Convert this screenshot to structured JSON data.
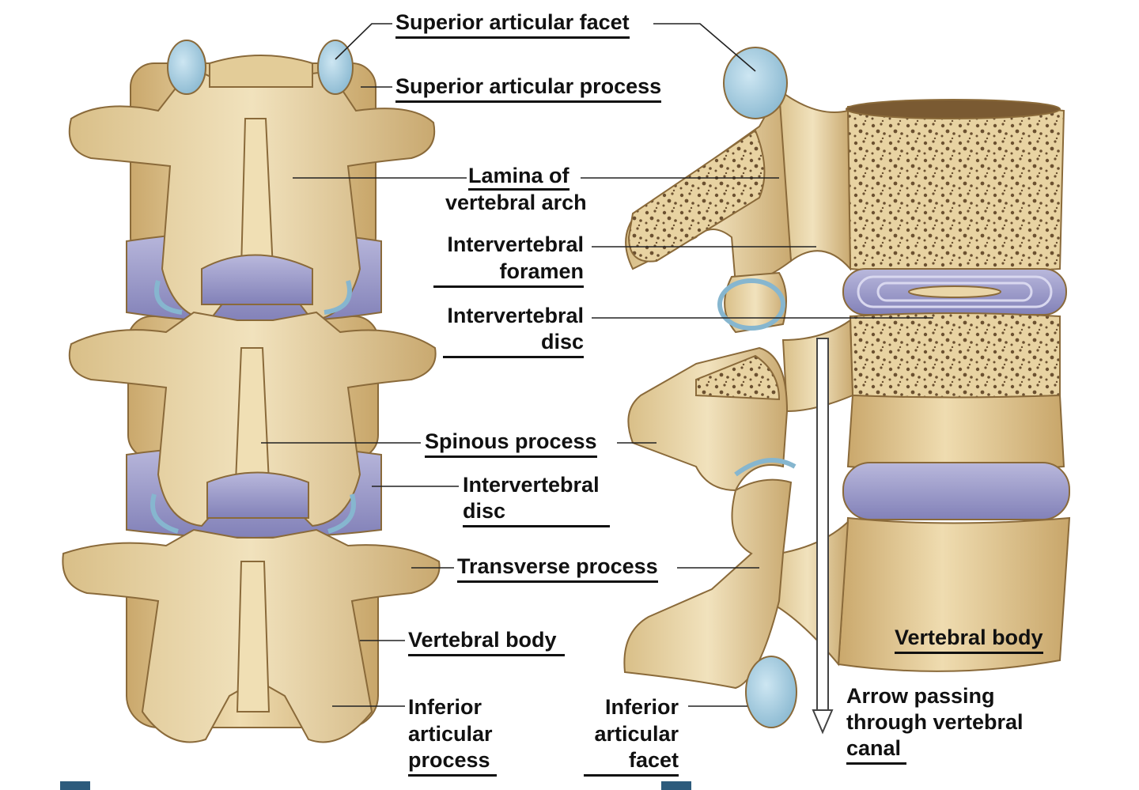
{
  "colors": {
    "bone": "#ead6a8",
    "bone_shade": "#cdb07a",
    "bone_outline": "#8a6a3a",
    "cartilage": "#a9cfe3",
    "disc": "#9c9bc9",
    "spongy": "#6b5030",
    "panel_tag": "#2d5b7c"
  },
  "labels": {
    "superior_articular_facet": "Superior articular facet",
    "superior_articular_process": "Superior articular process",
    "lamina_line1": "Lamina of",
    "lamina_line2": "vertebral arch",
    "intervertebral_foramen_line1": "Intervertebral",
    "intervertebral_foramen_line2": "foramen",
    "intervertebral_disc_right_line1": "Intervertebral",
    "intervertebral_disc_right_line2": "disc",
    "spinous_process": "Spinous process",
    "intervertebral_disc_left_line1": "Intervertebral",
    "intervertebral_disc_left_line2": "disc",
    "transverse_process": "Transverse process",
    "vertebral_body_left": "Vertebral body",
    "vertebral_body_right": "Vertebral body",
    "inferior_articular_process_line1": "Inferior",
    "inferior_articular_process_line2": "articular",
    "inferior_articular_process_line3": "process",
    "inferior_articular_facet_line1": "Inferior",
    "inferior_articular_facet_line2": "articular",
    "inferior_articular_facet_line3": "facet",
    "arrow_line1": "Arrow passing",
    "arrow_line2": "through vertebral",
    "arrow_line3": "canal"
  }
}
